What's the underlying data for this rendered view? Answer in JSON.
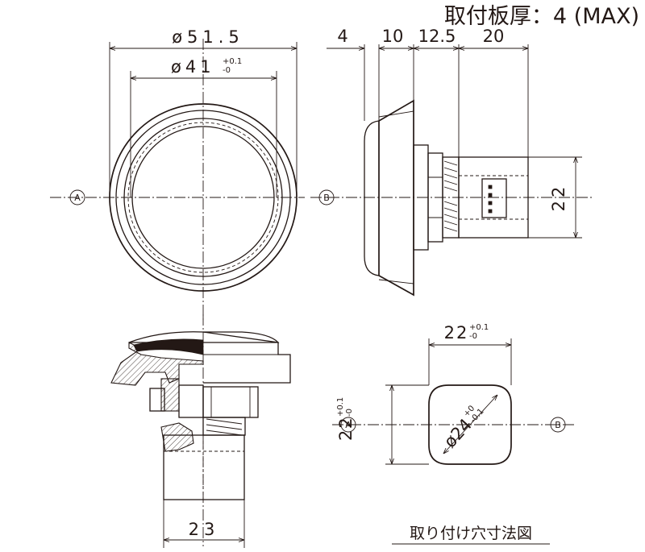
{
  "title": "取付板厚：4 (MAX)",
  "front_view": {
    "outer_diameter": "ø51.5",
    "inner_diameter": "ø41",
    "inner_tol_upper": "+0.1",
    "inner_tol_lower": "-0",
    "section_mark": "A"
  },
  "side_view": {
    "dim_4": "4",
    "dim_10": "10",
    "dim_12_5": "12.5",
    "dim_20": "20",
    "dim_22": "22",
    "section_mark": "B"
  },
  "section_view": {
    "dim_23": "23"
  },
  "panel_cutout": {
    "width": "22",
    "width_tol_upper": "+0.1",
    "width_tol_lower": "-0",
    "height": "22",
    "height_tol_upper": "+0.1",
    "height_tol_lower": "-0",
    "diameter": "ø24",
    "diameter_tol_upper": "+0",
    "diameter_tol_lower": "-0.1",
    "mark_left": "A",
    "mark_right": "B",
    "caption": "取り付け穴寸法図"
  }
}
